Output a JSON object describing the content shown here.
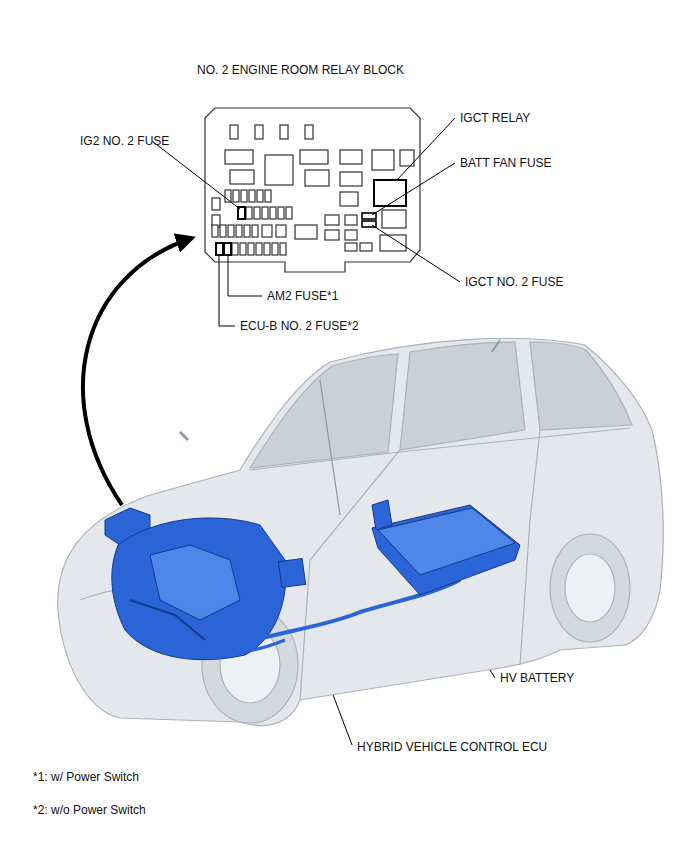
{
  "diagram": {
    "title": "NO. 2 ENGINE ROOM RELAY BLOCK",
    "labels": [
      "IG2 NO. 2 FUSE",
      "IGCT RELAY",
      "BATT FAN FUSE",
      "IGCT NO. 2 FUSE",
      "AM2 FUSE*1",
      "ECU-B NO. 2 FUSE*2",
      "HV BATTERY",
      "HYBRID VEHICLE CONTROL ECU",
      "*1: w/ Power Switch",
      "*2: w/o Power Switch"
    ]
  }
}
